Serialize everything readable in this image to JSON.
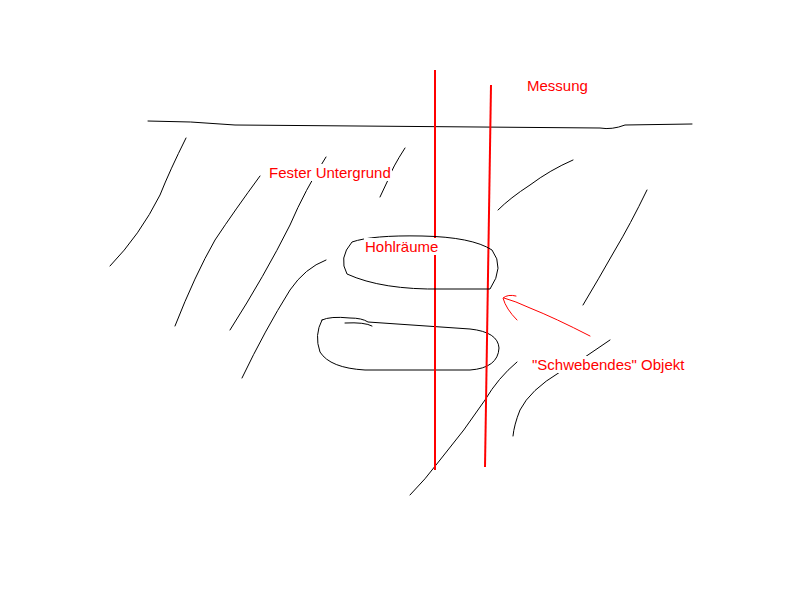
{
  "diagram": {
    "nodes": [
      {
        "text": [
          "Hohlräume"
        ]
      }
    ],
    "labels": [
      "Messung",
      "Fester Untergrund",
      "\"Schwebendes\" Objekt"
    ]
  }
}
